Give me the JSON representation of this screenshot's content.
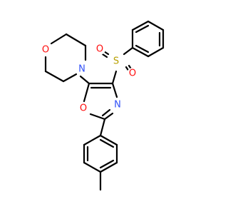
{
  "molecule": {
    "atoms": [
      {
        "id": "O_morph",
        "label": "O",
        "color": "#ff0d0d"
      },
      {
        "id": "N_morph",
        "label": "N",
        "color": "#3050f8"
      },
      {
        "id": "S",
        "label": "S",
        "color": "#b8a000"
      },
      {
        "id": "O_s1",
        "label": "O",
        "color": "#ff0d0d"
      },
      {
        "id": "O_s2",
        "label": "O",
        "color": "#ff0d0d"
      },
      {
        "id": "N_ox",
        "label": "N",
        "color": "#3050f8"
      },
      {
        "id": "O_ox",
        "label": "O",
        "color": "#ff0d0d"
      }
    ],
    "bond_color": "#000000"
  }
}
